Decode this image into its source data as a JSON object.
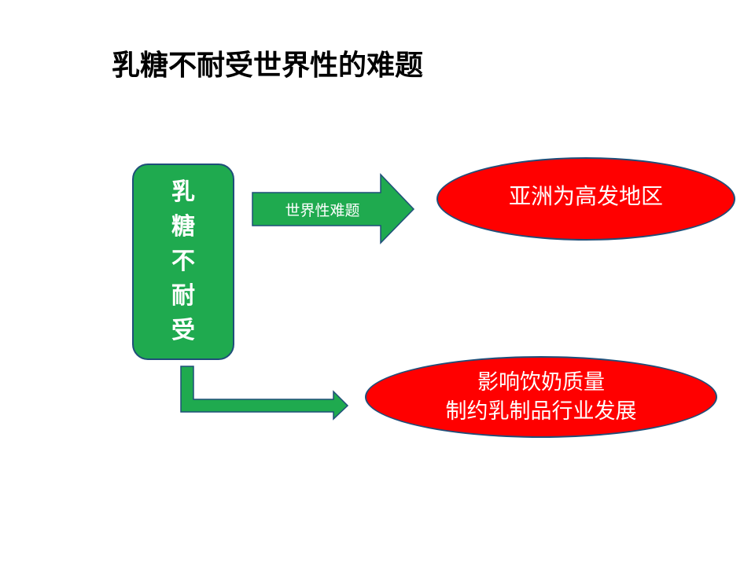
{
  "colors": {
    "green": "#1faa4f",
    "red": "#ff0000",
    "outline": "#1f4e79"
  },
  "title": "乳糖不耐受世界性的难题",
  "center_box": {
    "chars": [
      "乳",
      "糖",
      "不",
      "耐",
      "受"
    ]
  },
  "arrow_label": "世界性难题",
  "ellipse_top": {
    "text": "亚洲为高发地区"
  },
  "ellipse_bottom": {
    "line1": "影响饮奶质量",
    "line2": "制约乳制品行业发展"
  }
}
